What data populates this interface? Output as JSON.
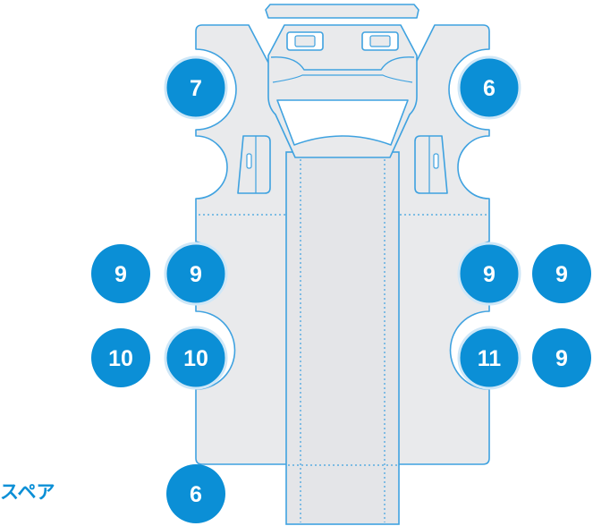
{
  "spare": {
    "label": "スペア"
  },
  "colors": {
    "badge_fill": "#0b8fd6",
    "badge_ring": "#cfe7f7",
    "outline": "#3fa2e0",
    "panel_fill": "#e9eaec"
  },
  "badges": [
    {
      "id": "top-left",
      "label": "7"
    },
    {
      "id": "top-right",
      "label": "6"
    },
    {
      "id": "mid-left-outer",
      "label": "9"
    },
    {
      "id": "mid-left-inner",
      "label": "9"
    },
    {
      "id": "mid-right-inner",
      "label": "9"
    },
    {
      "id": "mid-right-outer",
      "label": "9"
    },
    {
      "id": "low-left-outer",
      "label": "10"
    },
    {
      "id": "low-left-inner",
      "label": "10"
    },
    {
      "id": "low-right-inner",
      "label": "11"
    },
    {
      "id": "low-right-outer",
      "label": "9"
    },
    {
      "id": "spare",
      "label": "6"
    }
  ]
}
